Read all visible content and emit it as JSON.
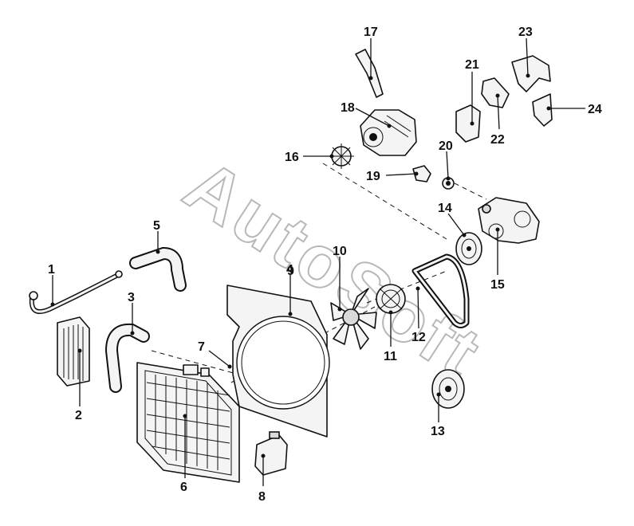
{
  "diagram": {
    "watermark": "AutoSoft",
    "callouts": [
      "1",
      "2",
      "3",
      "4",
      "5",
      "6",
      "7",
      "8",
      "9",
      "10",
      "11",
      "12",
      "13",
      "14",
      "15",
      "16",
      "17",
      "18",
      "19",
      "20",
      "21",
      "22",
      "23",
      "24"
    ]
  }
}
